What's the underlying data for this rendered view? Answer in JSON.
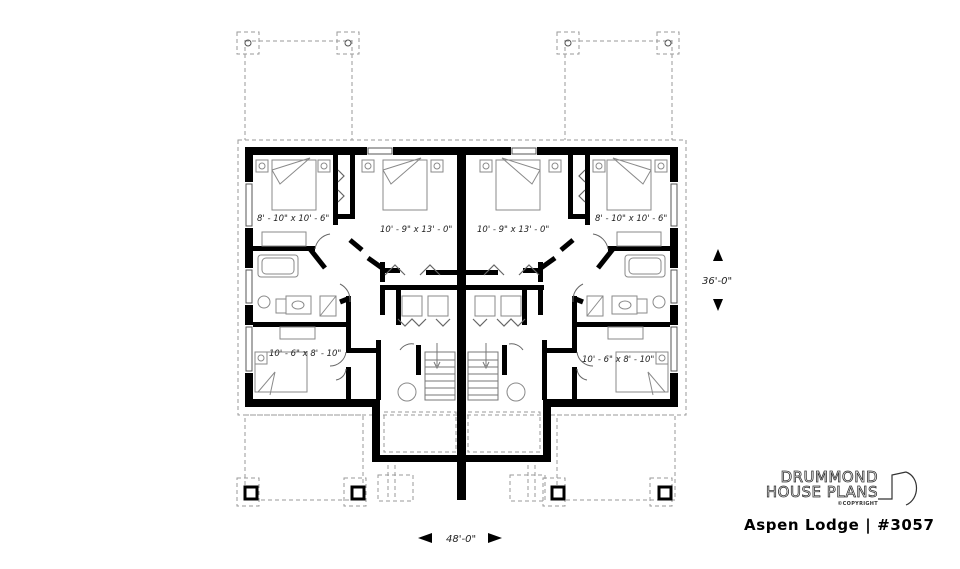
{
  "plan": {
    "name": "Aspen Lodge",
    "number": "#3057",
    "title": "Aspen Lodge | #3057",
    "brand": {
      "line1": "DRUMMOND",
      "line2": "HOUSE PLANS",
      "copyright": "©COPYRIGHT"
    },
    "dimensions": {
      "width": "48'-0\"",
      "depth": "36'-0\""
    },
    "units": [
      {
        "side": "left",
        "rooms": [
          {
            "name": "bedroom-upper-left",
            "size": "8' - 10\" x 10' - 6\""
          },
          {
            "name": "master-bedroom",
            "size": "10' - 9\" x 13' - 0\""
          },
          {
            "name": "bedroom-lower-left",
            "size": "10' - 6\" x 8' - 10\""
          }
        ]
      },
      {
        "side": "right",
        "rooms": [
          {
            "name": "master-bedroom",
            "size": "10' - 9\" x 13' - 0\""
          },
          {
            "name": "bedroom-upper-right",
            "size": "8' - 10\" x 10' - 6\""
          },
          {
            "name": "bedroom-lower-right",
            "size": "10' - 6\" x 8' - 10\""
          }
        ]
      }
    ],
    "colors": {
      "wall": "#000000",
      "dashed": "#999999",
      "fixture": "#888888",
      "background": "#ffffff"
    }
  }
}
